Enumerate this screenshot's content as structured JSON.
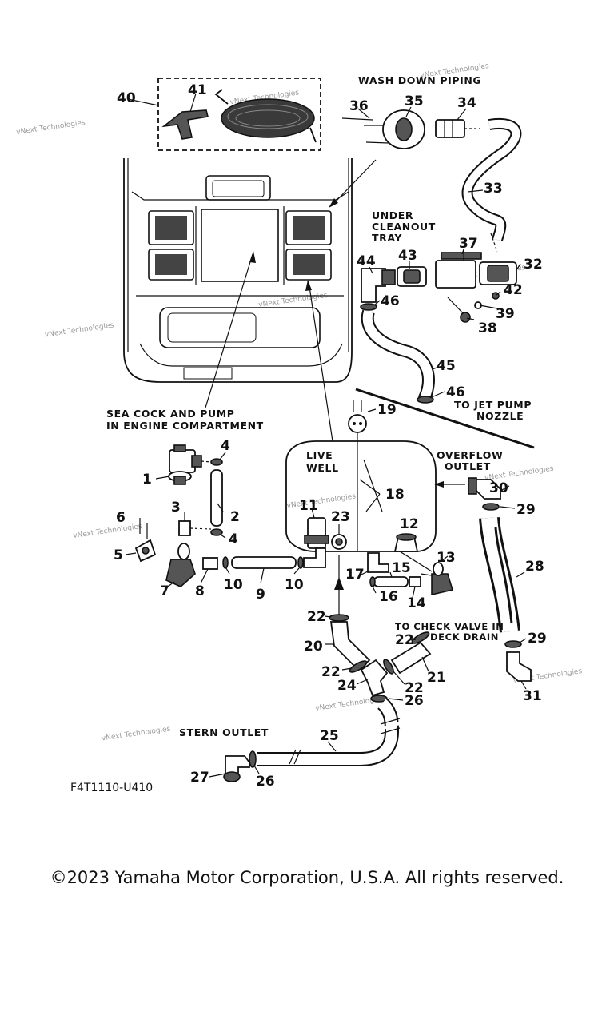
{
  "sections": {
    "wash_down": "WASH DOWN PIPING",
    "under_cleanout_1": "UNDER",
    "under_cleanout_2": "CLEANOUT",
    "under_cleanout_3": "TRAY",
    "sea_cock_1": "SEA COCK AND PUMP",
    "sea_cock_2": "IN ENGINE COMPARTMENT",
    "live_well_1": "LIVE",
    "live_well_2": "WELL",
    "overflow_1": "OVERFLOW",
    "overflow_2": "OUTLET",
    "jet_pump_1": "TO JET PUMP",
    "jet_pump_2": "NOZZLE",
    "check_valve_1": "TO CHECK VALVE IN",
    "check_valve_2": "DECK DRAIN",
    "stern_outlet": "STERN OUTLET"
  },
  "diagram_code": "F4T1110-U410",
  "watermark": "vNext Technologies",
  "copyright": "©2023 Yamaha Motor Corporation, U.S.A. All rights reserved.",
  "callouts": {
    "n1": "1",
    "n2": "2",
    "n3": "3",
    "n4a": "4",
    "n4b": "4",
    "n5": "5",
    "n6": "6",
    "n7": "7",
    "n8": "8",
    "n9": "9",
    "n10a": "10",
    "n10b": "10",
    "n11": "11",
    "n12": "12",
    "n13": "13",
    "n14": "14",
    "n15": "15",
    "n16": "16",
    "n17": "17",
    "n18": "18",
    "n19": "19",
    "n20": "20",
    "n21": "21",
    "n22a": "22",
    "n22b": "22",
    "n22c": "22",
    "n22d": "22",
    "n23": "23",
    "n24": "24",
    "n25": "25",
    "n26a": "26",
    "n26b": "26",
    "n27": "27",
    "n28": "28",
    "n29a": "29",
    "n29b": "29",
    "n30": "30",
    "n31": "31",
    "n32": "32",
    "n33": "33",
    "n34": "34",
    "n35": "35",
    "n36": "36",
    "n37": "37",
    "n38": "38",
    "n39": "39",
    "n40": "40",
    "n41": "41",
    "n42": "42",
    "n43": "43",
    "n44": "44",
    "n45": "45",
    "n46a": "46",
    "n46b": "46"
  }
}
